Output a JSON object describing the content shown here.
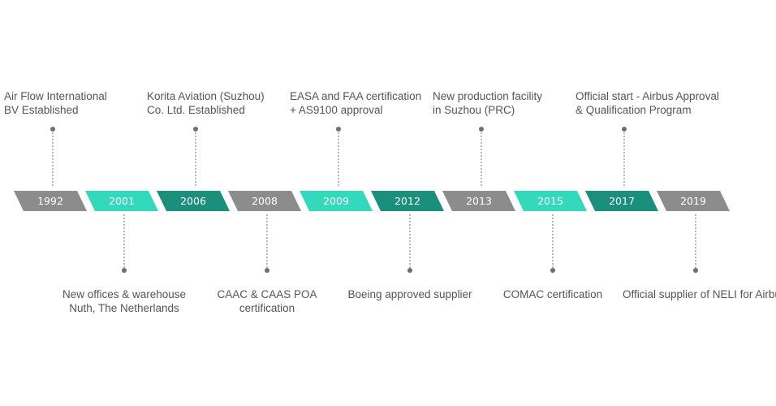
{
  "colors": {
    "gray": "#8c8c8c",
    "teal_light": "#33d9bb",
    "teal_dark": "#1a8f7b",
    "text": "#555555",
    "dot": "#6f6f6f"
  },
  "milestones": [
    {
      "year": "1992",
      "color": "gray",
      "side": "top",
      "lines": [
        "Air Flow International",
        "BV Established"
      ]
    },
    {
      "year": "2001",
      "color": "teal_light",
      "side": "bottom",
      "lines": [
        "New offices & warehouse",
        "Nuth, The Netherlands"
      ]
    },
    {
      "year": "2006",
      "color": "teal_dark",
      "side": "top",
      "lines": [
        "Korita  Aviation  (Suzhou)",
        "Co. Ltd. Established"
      ]
    },
    {
      "year": "2008",
      "color": "gray",
      "side": "bottom",
      "lines": [
        "CAAC & CAAS POA",
        "certification"
      ]
    },
    {
      "year": "2009",
      "color": "teal_light",
      "side": "top",
      "lines": [
        "EASA and FAA certification",
        "+ AS9100 approval"
      ]
    },
    {
      "year": "2012",
      "color": "teal_dark",
      "side": "bottom",
      "lines": [
        "Boeing approved supplier"
      ]
    },
    {
      "year": "2013",
      "color": "gray",
      "side": "top",
      "lines": [
        "New  production facility",
        "in Suzhou (PRC)"
      ]
    },
    {
      "year": "2015",
      "color": "teal_light",
      "side": "bottom",
      "lines": [
        "COMAC certification"
      ]
    },
    {
      "year": "2017",
      "color": "teal_dark",
      "side": "top",
      "lines": [
        "Official start - Airbus Approval",
        "& Qualification Program"
      ]
    },
    {
      "year": "2019",
      "color": "gray",
      "side": "bottom",
      "lines": [
        "Official supplier of NELI for Airbus"
      ]
    }
  ]
}
